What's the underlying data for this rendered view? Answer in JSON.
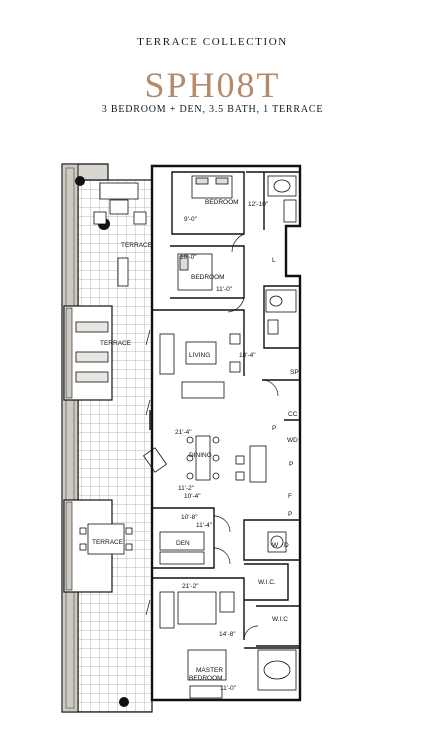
{
  "header": {
    "collection": "TERRACE COLLECTION",
    "plan_name": "SPH08T",
    "description": "3 BEDROOM + DEN, 3.5 BATH, 1 TERRACE"
  },
  "colors": {
    "accent": "#b48a6a",
    "wall": "#111111",
    "terrace_fill": "#e8e6e2"
  },
  "rooms": {
    "bedroom_1": "BEDROOM",
    "bedroom_2": "BEDROOM",
    "terrace_1": "TERRACE",
    "terrace_2": "TERRACE",
    "terrace_3": "TERRACE",
    "living": "LIVING",
    "dining": "DINING",
    "den": "DEN",
    "wic_1": "W.I.C.",
    "wic_2": "W.I.C",
    "master_line1": "MASTER",
    "master_line2": "BEDROOM",
    "sp": "SP",
    "cc": "CC",
    "wd": "WD",
    "p1": "P",
    "p2": "P",
    "p3": "P",
    "f": "F",
    "l": "L",
    "w": "W",
    "d": "D"
  },
  "dimensions": {
    "bedroom_1_w": "12'-10\"",
    "bedroom_1_h": "9'-0\"",
    "bedroom_2_h": "10'-0\"",
    "bedroom_2_w": "11'-0\"",
    "living": "18'-4\"",
    "dining_w": "21'-4\"",
    "dining_h": "11'-2\"",
    "den_w": "10'-4\"",
    "den_a": "10'-8\"",
    "den_h": "11'-4\"",
    "master_w": "21'-2\"",
    "master_h": "14'-8\"",
    "master_b": "11'-0\""
  }
}
